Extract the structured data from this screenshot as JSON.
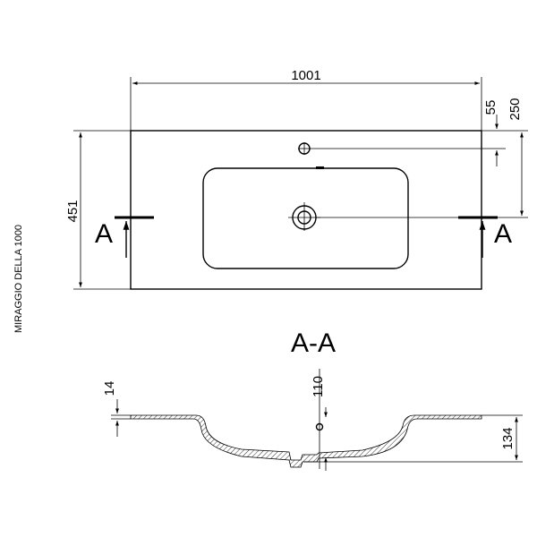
{
  "side_label": "MIRAGGIO DELLA 1000",
  "section_marker": "A",
  "section_title": "A-A",
  "dimensions": {
    "width": "1001",
    "depth": "451",
    "tap_hole_offset": "55",
    "drain_offset": "250",
    "rim_thickness": "14",
    "overflow_height": "110",
    "total_height": "134"
  }
}
